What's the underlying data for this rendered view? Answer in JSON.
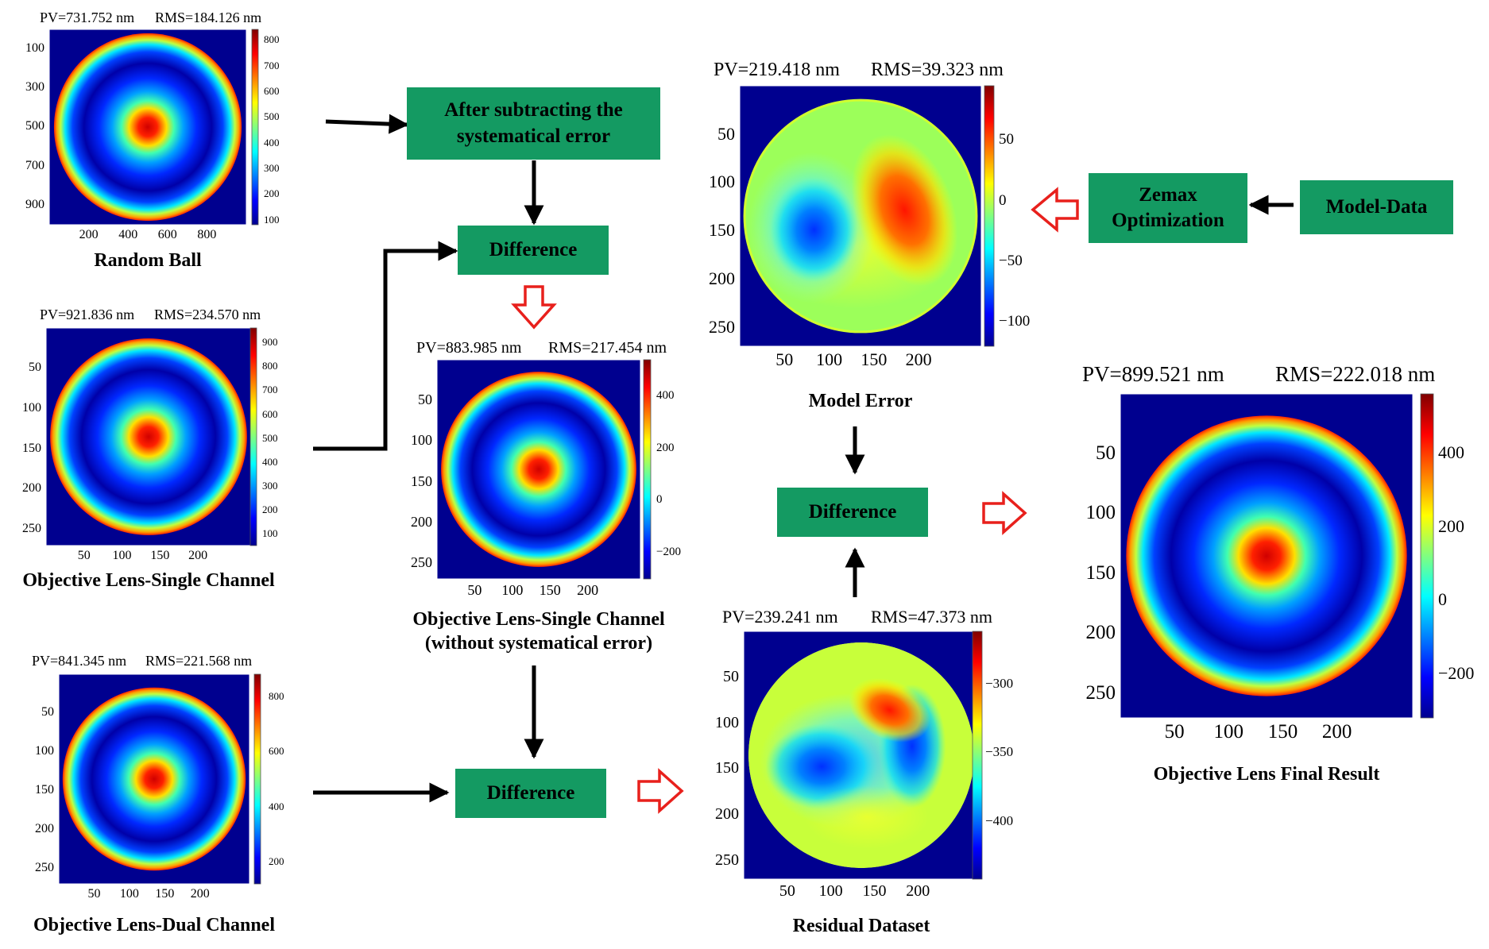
{
  "boxes": {
    "subtract": "After subtracting the systematical error",
    "diff_top": "Difference",
    "diff_bottom": "Difference",
    "diff_right": "Difference",
    "zemax": "Zemax Optimization",
    "model_data": "Model-Data"
  },
  "colors": {
    "box_fill": "#149a62",
    "arrow_black": "#000000",
    "arrow_red": "#e8201c",
    "map_background": "#00008f"
  },
  "plots": [
    {
      "id": "random-ball",
      "pv_label": "PV=731.752 nm",
      "rms_label": "RMS=184.126 nm",
      "caption": "Random Ball",
      "pattern": "radial",
      "y_ticks": [
        "100",
        "300",
        "500",
        "700",
        "900"
      ],
      "x_ticks": [
        "200",
        "400",
        "600",
        "800"
      ],
      "colorbar_ticks": [
        "800",
        "700",
        "600",
        "500",
        "400",
        "300",
        "200",
        "100"
      ]
    },
    {
      "id": "single-channel",
      "pv_label": "PV=921.836 nm",
      "rms_label": "RMS=234.570 nm",
      "caption": "Objective Lens-Single Channel",
      "pattern": "radial",
      "y_ticks": [
        "50",
        "100",
        "150",
        "200",
        "250"
      ],
      "x_ticks": [
        "50",
        "100",
        "150",
        "200"
      ],
      "colorbar_ticks": [
        "900",
        "800",
        "700",
        "600",
        "500",
        "400",
        "300",
        "200",
        "100"
      ]
    },
    {
      "id": "dual-channel",
      "pv_label": "PV=841.345 nm",
      "rms_label": "RMS=221.568 nm",
      "caption": "Objective Lens-Dual Channel",
      "pattern": "radial",
      "y_ticks": [
        "50",
        "100",
        "150",
        "200",
        "250"
      ],
      "x_ticks": [
        "50",
        "100",
        "150",
        "200"
      ],
      "colorbar_ticks": [
        "800",
        "600",
        "400",
        "200"
      ]
    },
    {
      "id": "single-no-sys",
      "pv_label": "PV=883.985 nm",
      "rms_label": "RMS=217.454 nm",
      "caption": "Objective Lens-Single Channel",
      "caption2": "(without systematical error)",
      "pattern": "radial",
      "y_ticks": [
        "50",
        "100",
        "150",
        "200",
        "250"
      ],
      "x_ticks": [
        "50",
        "100",
        "150",
        "200"
      ],
      "colorbar_ticks": [
        "400",
        "200",
        "0",
        "−200"
      ]
    },
    {
      "id": "model-error",
      "pv_label": "PV=219.418 nm",
      "rms_label": "RMS=39.323 nm",
      "caption": "Model Error",
      "pattern": "model",
      "y_ticks": [
        "50",
        "100",
        "150",
        "200",
        "250"
      ],
      "x_ticks": [
        "50",
        "100",
        "150",
        "200"
      ],
      "colorbar_ticks": [
        "50",
        "0",
        "−50",
        "−100"
      ]
    },
    {
      "id": "residual",
      "pv_label": "PV=239.241 nm",
      "rms_label": "RMS=47.373 nm",
      "caption": "Residual Dataset",
      "pattern": "residual",
      "y_ticks": [
        "50",
        "100",
        "150",
        "200",
        "250"
      ],
      "x_ticks": [
        "50",
        "100",
        "150",
        "200"
      ],
      "colorbar_ticks": [
        "−300",
        "−350",
        "−400"
      ]
    },
    {
      "id": "final",
      "pv_label": "PV=899.521 nm",
      "rms_label": "RMS=222.018 nm",
      "caption": "Objective Lens Final Result",
      "pattern": "radial",
      "y_ticks": [
        "50",
        "100",
        "150",
        "200",
        "250"
      ],
      "x_ticks": [
        "50",
        "100",
        "150",
        "200"
      ],
      "colorbar_ticks": [
        "400",
        "200",
        "0",
        "−200"
      ]
    }
  ]
}
